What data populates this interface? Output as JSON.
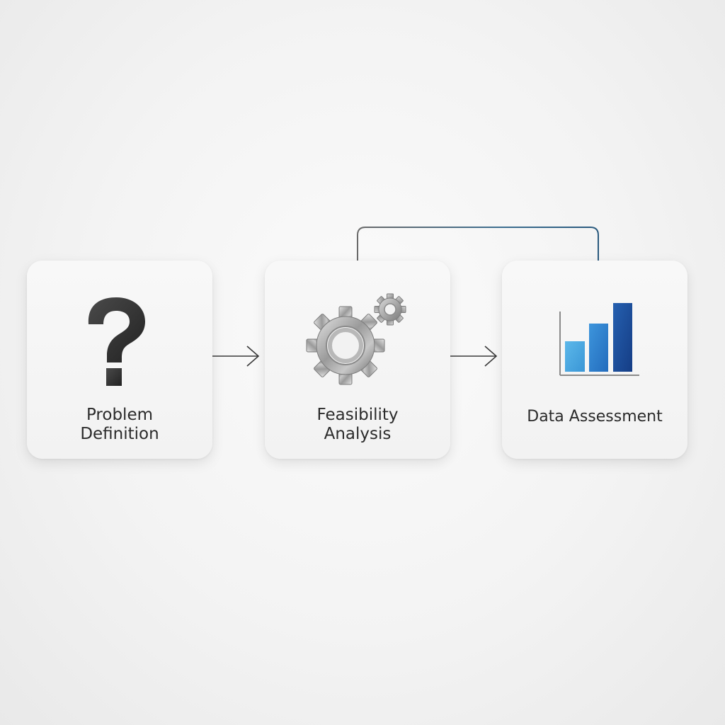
{
  "steps": [
    {
      "label": "Problem\nDefinition",
      "icon": "question-mark-icon"
    },
    {
      "label": "Feasibility\nAnalysis",
      "icon": "gears-icon"
    },
    {
      "label": "Data Assessment",
      "icon": "bar-chart-icon"
    }
  ],
  "colors": {
    "card_background": "#f5f5f5",
    "text": "#2b2b2b",
    "arrow": "#3a3a3a",
    "feedback_line": "#2d5f82",
    "bar_light": "#4aa8e0",
    "bar_mid": "#2f7fca",
    "bar_dark": "#1a4a94"
  }
}
